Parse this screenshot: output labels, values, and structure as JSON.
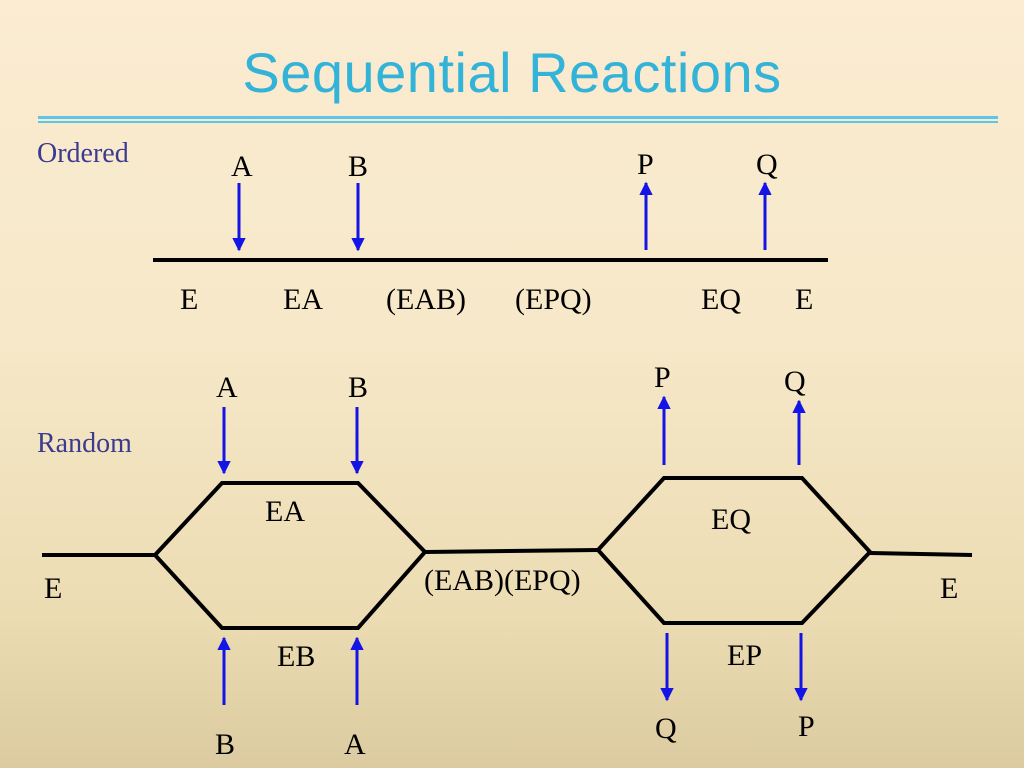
{
  "title": "Sequential Reactions",
  "colors": {
    "title": "#33b3d7",
    "label": "#3b3b8f",
    "arrow": "#1414e6",
    "line": "#000000"
  },
  "ordered": {
    "label": "Ordered",
    "substrates": [
      "A",
      "B"
    ],
    "products": [
      "P",
      "Q"
    ],
    "states": [
      "E",
      "EA",
      "(EAB)",
      "(EPQ)",
      "EQ",
      "E"
    ]
  },
  "random": {
    "label": "Random",
    "start_enzyme": "E",
    "end_enzyme": "E",
    "central_complex": "(EAB)(EPQ)",
    "left_upper_complex": "EA",
    "left_lower_complex": "EB",
    "right_upper_complex": "EQ",
    "right_lower_complex": "EP",
    "left_upper_inputs": [
      "A",
      "B"
    ],
    "left_lower_inputs": [
      "B",
      "A"
    ],
    "right_upper_outputs": [
      "P",
      "Q"
    ],
    "right_lower_outputs": [
      "Q",
      "P"
    ]
  }
}
